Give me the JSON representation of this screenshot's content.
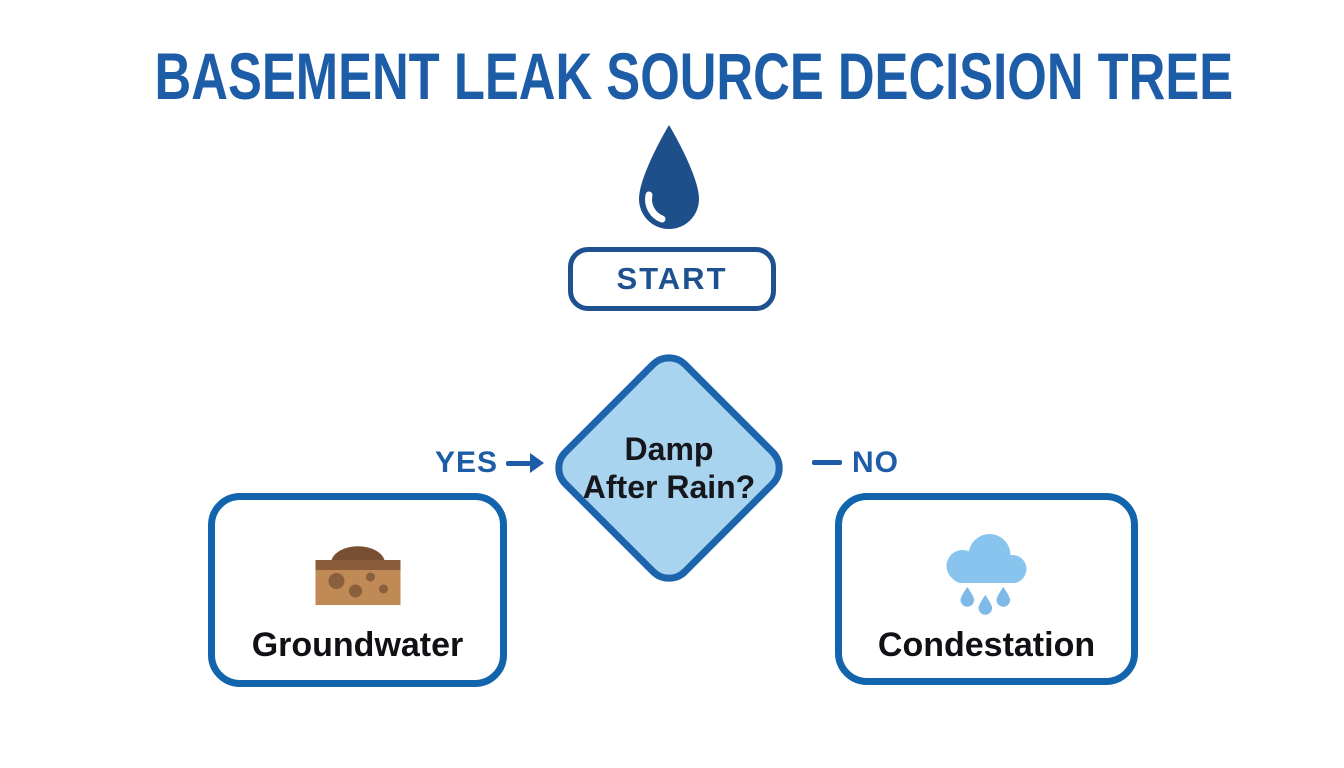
{
  "title": "BASEMENT LEAK SOURCE DECISION TREE",
  "flow": {
    "start": {
      "label": "START"
    },
    "decision": {
      "label_line1": "Damp",
      "label_line2": "After Rain?"
    },
    "branches": {
      "yes_label": "YES",
      "no_label": "NO"
    },
    "outcomes": [
      {
        "label": "Groundwater",
        "icon": "soil-icon"
      },
      {
        "label": "Condestation",
        "icon": "rain-cloud-icon"
      }
    ]
  },
  "icons": {
    "header": "water-drop-icon"
  },
  "colors": {
    "background": "#ffffff",
    "title_blue": "#1d5ca6",
    "navy": "#1e5190",
    "drop_navy": "#1d4f8a",
    "diamond_fill": "#a8d4ef",
    "diamond_border": "#1c65ad",
    "box_border": "#1264ad",
    "text_dark": "#16171c",
    "soil_body": "#c08a56",
    "soil_crust": "#8a5c3a",
    "soil_mound": "#784f33",
    "cloud_blue": "#88c4ed",
    "rain_drop_blue": "#7fb9e8"
  }
}
